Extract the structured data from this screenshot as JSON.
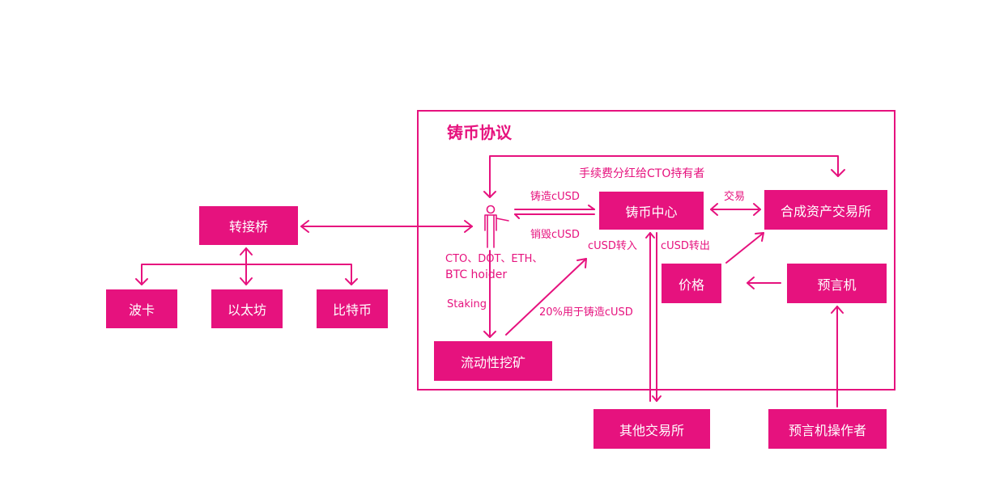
{
  "colors": {
    "accent": "#e6127e",
    "background": "#ffffff"
  },
  "protocol": {
    "title": "铸币协议"
  },
  "nodes": {
    "bridge": "转接桥",
    "polkadot": "波卡",
    "ethereum": "以太坊",
    "bitcoin": "比特币",
    "mint_center": "铸币中心",
    "synthetic_exchange": "合成资产交易所",
    "price": "价格",
    "oracle": "预言机",
    "liquidity_mining": "流动性挖矿",
    "other_exchanges": "其他交易所",
    "oracle_operator": "预言机操作者"
  },
  "labels": {
    "fee_dividend": "手续费分红给CTO持有者",
    "mint_cusd": "铸造cUSD",
    "burn_cusd": "销毁cUSD",
    "trade": "交易",
    "cusd_in": "cUSD转入",
    "cusd_out": "cUSD转出",
    "holders_line1": "CTO、DOT、ETH、",
    "holders_line2": "BTC hoider",
    "staking": "Staking",
    "mint_20": "20%用于铸造cUSD"
  },
  "icons": {
    "holder": "person-icon"
  }
}
